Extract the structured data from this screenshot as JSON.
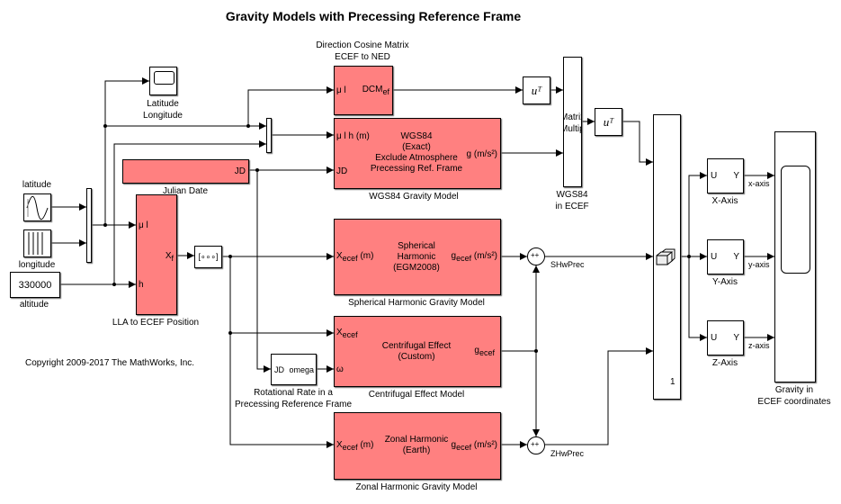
{
  "title": "Gravity Models with Precessing Reference Frame",
  "copyright": "Copyright 2009-2017 The MathWorks, Inc.",
  "blocks": {
    "latlon_scope": {
      "label1": "Latitude",
      "label2": "Longitude"
    },
    "latitude": {
      "label": "latitude"
    },
    "longitude": {
      "label": "longitude"
    },
    "altitude": {
      "label": "altitude",
      "value": "330000"
    },
    "lla": {
      "label": "LLA to ECEF Position",
      "in1": "μ l",
      "in2": "h",
      "out": "X",
      "out_sub": "f"
    },
    "julian": {
      "label": "Julian Date",
      "port": "JD"
    },
    "dcm": {
      "label1": "Direction Cosine Matrix",
      "label2": "ECEF to NED",
      "in": "μ l",
      "out": "DCM",
      "out_sub": "ef"
    },
    "wgs84": {
      "label": "WGS84 Gravity Model",
      "in1": "μ l h (m)",
      "in2": "JD",
      "out": "g (m/s²)",
      "text": [
        "WGS84",
        "(Exact)",
        "Exclude Atmosphere",
        "Precessing Ref. Frame"
      ]
    },
    "transpose": {
      "text": "uᵀ"
    },
    "matmult": {
      "text1": "Matrix",
      "text2": "Multiply",
      "label1": "WGS84",
      "label2": "in ECEF"
    },
    "selector": {
      "text": "[∘∘∘]"
    },
    "sh": {
      "label": "Spherical Harmonic Gravity Model",
      "in": "X",
      "in_sub": "ecef",
      "in_unit": " (m)",
      "out": "g",
      "out_sub": "ecef",
      "out_unit": " (m/s²)",
      "text": [
        "Spherical",
        "Harmonic",
        "(EGM2008)"
      ]
    },
    "centrifugal": {
      "label": "Centrifugal Effect Model",
      "in1": "X",
      "in1_sub": "ecef",
      "in2": "ω",
      "out": "g",
      "out_sub": "ecef",
      "text": [
        "Centrifugal Effect",
        "(Custom)"
      ]
    },
    "rotrate": {
      "label1": "Rotational Rate in a",
      "label2": "Precessing Reference Frame",
      "in": "JD",
      "out": "omega"
    },
    "zonal": {
      "label": "Zonal Harmonic Gravity Model",
      "in": "X",
      "in_sub": "ecef",
      "in_unit": " (m)",
      "out": "g",
      "out_sub": "ecef",
      "out_unit": " (m/s²)",
      "text": [
        "Zonal Harmonic",
        "(Earth)"
      ]
    },
    "sum1": {
      "signal": "SHwPrec",
      "signs": "++"
    },
    "sum2": {
      "signal": "ZHwPrec",
      "signs": "++"
    },
    "bus": {
      "port": "1"
    },
    "xaxis": {
      "label": "X-Axis",
      "in": "U",
      "out": "Y",
      "signal": "x-axis"
    },
    "yaxis": {
      "label": "Y-Axis",
      "in": "U",
      "out": "Y",
      "signal": "y-axis"
    },
    "zaxis": {
      "label": "Z-Axis",
      "in": "U",
      "out": "Y",
      "signal": "z-axis"
    },
    "scope": {
      "label1": "Gravity in",
      "label2": "ECEF coordinates"
    }
  },
  "colors": {
    "subsystem": "#ff8080"
  }
}
